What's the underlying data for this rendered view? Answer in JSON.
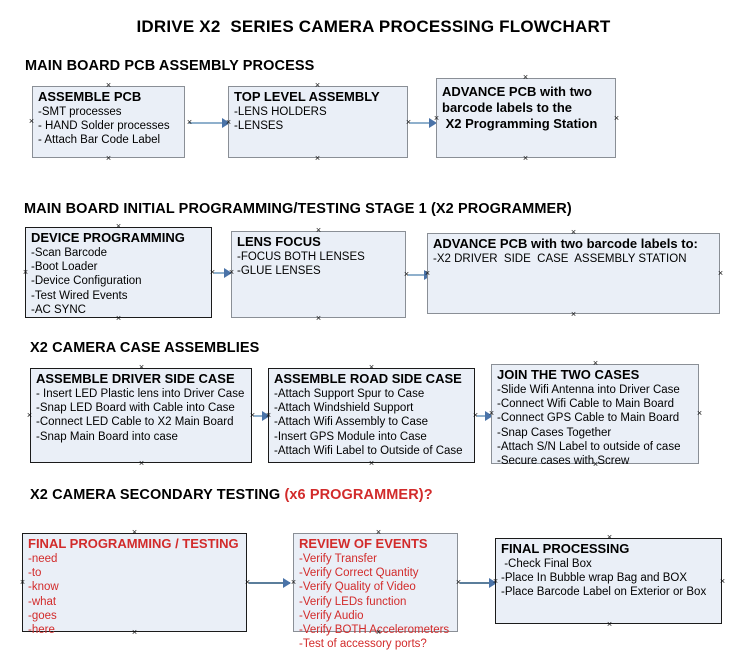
{
  "document": {
    "title": "IDRIVE X2  SERIES CAMERA PROCESSING FLOWCHART"
  },
  "colors": {
    "box_fill": "#eaeff7",
    "box_border_gray": "#8a8f96",
    "box_border_dark": "#1b1b1b",
    "red_text": "#d22b2b",
    "connector": "#8fb0cc",
    "arrow": "#4a73a8"
  },
  "sections": [
    {
      "id": "section-1",
      "heading": "MAIN BOARD PCB ASSEMBLY PROCESS",
      "heading_red": "",
      "nodes": [
        {
          "id": "assemble-pcb",
          "header": "ASSEMBLE PCB",
          "items": [
            "-SMT processes",
            "- HAND Solder processes",
            "- Attach Bar Code Label"
          ]
        },
        {
          "id": "top-level-assembly",
          "header": "TOP LEVEL ASSEMBLY",
          "items": [
            "-LENS HOLDERS",
            "-LENSES"
          ]
        },
        {
          "id": "advance-pcb-x2-programming-station",
          "header": "ADVANCE PCB with two",
          "items": [
            "barcode labels to the",
            " X2 Programming Station"
          ]
        }
      ]
    },
    {
      "id": "section-2",
      "heading": "MAIN BOARD INITIAL PROGRAMMING/TESTING STAGE 1 (X2 PROGRAMMER)",
      "heading_red": "",
      "nodes": [
        {
          "id": "device-programming",
          "header": "DEVICE PROGRAMMING",
          "items": [
            "-Scan Barcode",
            "-Boot Loader",
            "-Device Configuration",
            "-Test Wired Events",
            "-AC SYNC"
          ]
        },
        {
          "id": "lens-focus",
          "header": "LENS FOCUS",
          "items": [
            "-FOCUS BOTH LENSES",
            "-GLUE LENSES"
          ]
        },
        {
          "id": "advance-pcb-driver-side-case",
          "header": "ADVANCE PCB with two barcode labels to:",
          "items": [
            "-X2 DRIVER  SIDE  CASE  ASSEMBLY STATION"
          ]
        }
      ]
    },
    {
      "id": "section-3",
      "heading": "X2 CAMERA CASE ASSEMBLIES",
      "heading_red": "",
      "nodes": [
        {
          "id": "assemble-driver-side-case",
          "header": "ASSEMBLE DRIVER SIDE CASE",
          "items": [
            "- Insert LED Plastic lens into Driver Case",
            "-Snap LED Board with Cable into Case",
            "-Connect LED Cable to X2 Main Board",
            "-Snap Main Board into case"
          ]
        },
        {
          "id": "assemble-road-side-case",
          "header": "ASSEMBLE ROAD SIDE CASE",
          "items": [
            "-Attach Support Spur to Case",
            "-Attach Windshield Support",
            "-Attach Wifi Assembly to Case",
            "-Insert GPS Module into Case",
            "-Attach Wifi Label to Outside of Case"
          ]
        },
        {
          "id": "join-the-two-cases",
          "header": "JOIN THE TWO CASES",
          "items": [
            "-Slide Wifi Antenna into Driver Case",
            "-Connect Wifi Cable to Main Board",
            "-Connect GPS Cable to Main Board",
            "-Snap Cases Together",
            "-Attach S/N Label to outside of case",
            "-Secure cases with Screw"
          ]
        }
      ]
    },
    {
      "id": "section-4",
      "heading": "X2 CAMERA SECONDARY TESTING ",
      "heading_red": "(x6 PROGRAMMER)?",
      "nodes": [
        {
          "id": "final-programming-testing",
          "header": "FINAL PROGRAMMING / TESTING",
          "items": [
            "-need",
            "-to",
            "-know",
            "-what",
            "-goes",
            "-here"
          ]
        },
        {
          "id": "review-of-events",
          "header": "REVIEW OF EVENTS",
          "items": [
            "-Verify Transfer",
            "-Verify Correct Quantity",
            "-Verify Quality of Video",
            "-Verify LEDs function",
            "-Verify Audio",
            "-Verify BOTH Accelerometers",
            "-Test of accessory ports?"
          ]
        },
        {
          "id": "final-processing",
          "header": "FINAL PROCESSING",
          "items": [
            " -Check Final Box",
            "-Place In Bubble wrap Bag and BOX",
            "-Place Barcode Label on Exterior or Box"
          ]
        }
      ]
    }
  ]
}
